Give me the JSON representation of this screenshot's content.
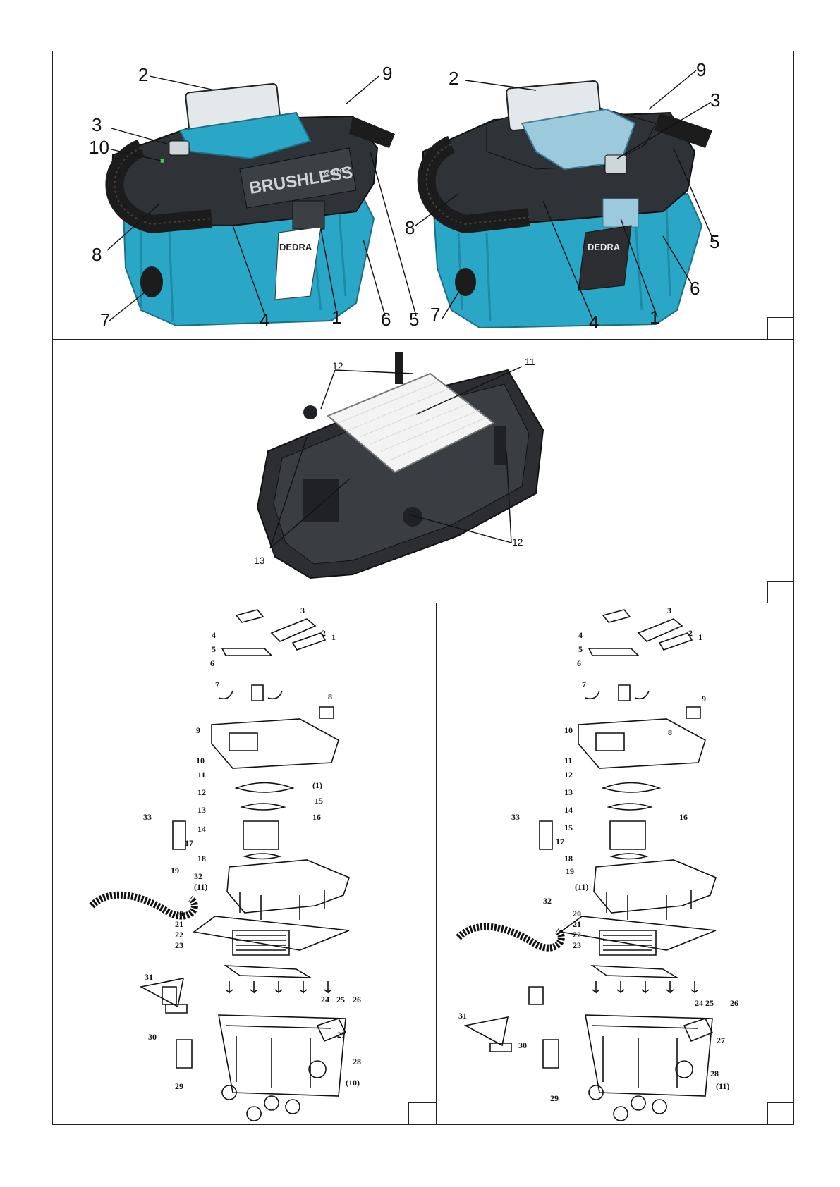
{
  "fig1": {
    "left_unit": {
      "callouts": [
        "2",
        "9",
        "3",
        "10",
        "8",
        "7",
        "4",
        "1",
        "6",
        "5"
      ],
      "brand_text": "BRUSHLESS",
      "brand_sub": "MOTOR",
      "logo_text": "DEDRA"
    },
    "right_unit": {
      "callouts": [
        "2",
        "9",
        "3",
        "8",
        "5",
        "6",
        "7",
        "4",
        "1"
      ],
      "logo_text": "DEDRA"
    }
  },
  "fig2": {
    "callouts": [
      "12",
      "11",
      "12",
      "13"
    ]
  },
  "fig3": {
    "left_parts": [
      "3",
      "2",
      "1",
      "4",
      "5",
      "6",
      "7",
      "8",
      "9",
      "10",
      "11",
      "(1)",
      "12",
      "15",
      "13",
      "16",
      "33",
      "14",
      "17",
      "18",
      "19",
      "32",
      "(11)",
      "20",
      "21",
      "22",
      "23",
      "31",
      "24",
      "25",
      "26",
      "27",
      "30",
      "28",
      "29",
      "(10)"
    ],
    "right_parts": [
      "3",
      "2",
      "1",
      "4",
      "5",
      "6",
      "7",
      "9",
      "8",
      "10",
      "11",
      "12",
      "13",
      "33",
      "14",
      "16",
      "15",
      "17",
      "18",
      "19",
      "(11)",
      "32",
      "20",
      "21",
      "22",
      "23",
      "31",
      "24",
      "25",
      "26",
      "27",
      "30",
      "28",
      "29",
      "(11)"
    ]
  },
  "colors": {
    "teal": "#2aa6c6",
    "dark": "#2f3236",
    "frame": "#222222"
  }
}
